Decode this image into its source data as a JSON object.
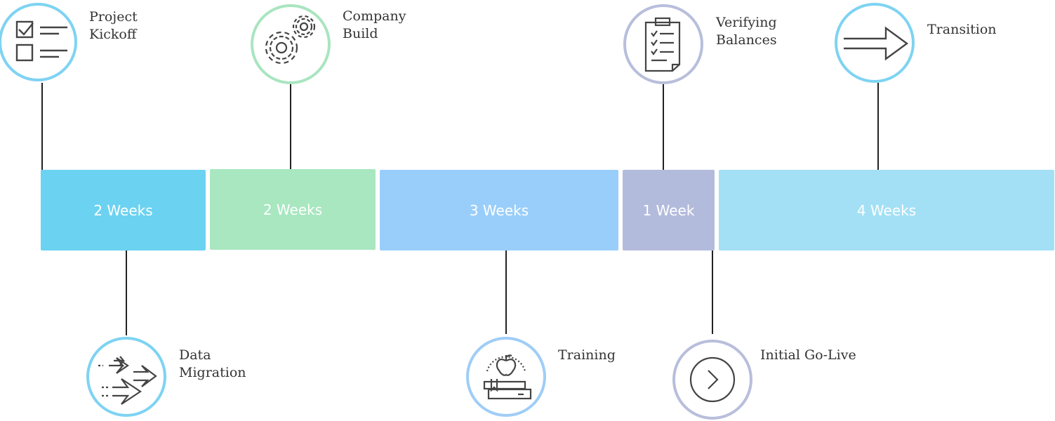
{
  "colors": {
    "blue": "#6bd2f1",
    "green": "#a8e7c0",
    "sky": "#99cefb",
    "lavender": "#b3bbdc",
    "light_blue": "#a3e0f5",
    "circle_blue": "#7ed3f2",
    "circle_green": "#a9e5c0",
    "circle_lavender": "#b8bedb",
    "circle_sky": "#9fcdf7",
    "connector": "#222222",
    "icon": "#444444"
  },
  "phases": [
    {
      "duration": "2 Weeks",
      "color": "#6bd2f1"
    },
    {
      "duration": "2 Weeks",
      "color": "#a8e7c0"
    },
    {
      "duration": "3 Weeks",
      "color": "#99cefb"
    },
    {
      "duration": "1 Week",
      "color": "#b3bbdc"
    },
    {
      "duration": "4 Weeks",
      "color": "#a3e0f5"
    }
  ],
  "milestones": {
    "project_kickoff": {
      "label": "Project\nKickoff",
      "icon": "checklist-icon"
    },
    "company_build": {
      "label": "Company\nBuild",
      "icon": "gears-icon"
    },
    "verifying_balances": {
      "label": "Verifying\nBalances",
      "icon": "clipboard-checklist-icon"
    },
    "transition": {
      "label": "Transition",
      "icon": "arrow-right-icon"
    },
    "data_migration": {
      "label": "Data\nMigration",
      "icon": "arrows-transfer-icon"
    },
    "training": {
      "label": "Training",
      "icon": "apple-books-icon"
    },
    "initial_go_live": {
      "label": "Initial Go-Live",
      "icon": "chevron-circle-icon"
    }
  }
}
